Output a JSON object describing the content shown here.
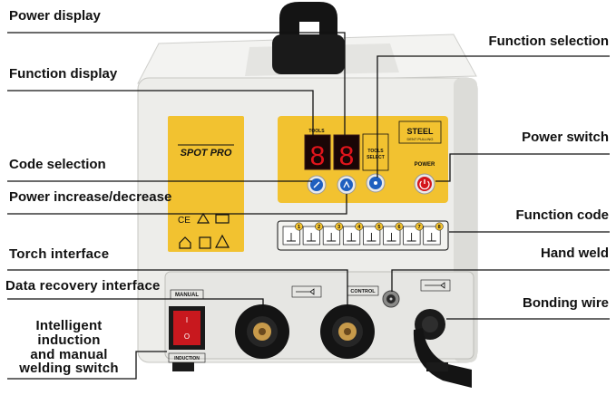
{
  "callouts": {
    "power_display": "Power display",
    "function_display": "Function display",
    "code_selection": "Code selection",
    "power_increase_decrease": "Power increase/decrease",
    "torch_interface": "Torch interface",
    "data_recovery_interface": "Data recovery interface",
    "intelligent_switch_line1": "Intelligent induction",
    "intelligent_switch_line2": "and manual",
    "intelligent_switch_line3": "welding switch",
    "function_selection": "Function selection",
    "power_switch": "Power switch",
    "function_code": "Function code",
    "hand_weld": "Hand weld",
    "bonding_wire": "Bonding wire"
  },
  "device": {
    "brand": "SPOT PRO",
    "steel_label": "STEEL",
    "steel_sub": "DENT PULLING",
    "tools_label": "TOOLS",
    "tools_select_line1": "TOOLS",
    "tools_select_line2": "SELECT",
    "power_label": "POWER",
    "manual_label": "MANUAL",
    "induction_label": "INDUCTION",
    "control_label": "CONTROL",
    "display_left_digit": "8",
    "display_right_digit": "8",
    "function_code_numbers": [
      "1",
      "2",
      "3",
      "4",
      "5",
      "6",
      "7",
      "8"
    ]
  },
  "colors": {
    "panel_yellow": "#f2c230",
    "body_white": "#e9e9e6",
    "digit_red": "#e0141b",
    "knob_blue": "#1e5fbf",
    "power_red": "#d4161c",
    "connector_black": "#141414",
    "brass": "#c79a4a",
    "leader_line": "#111111"
  }
}
